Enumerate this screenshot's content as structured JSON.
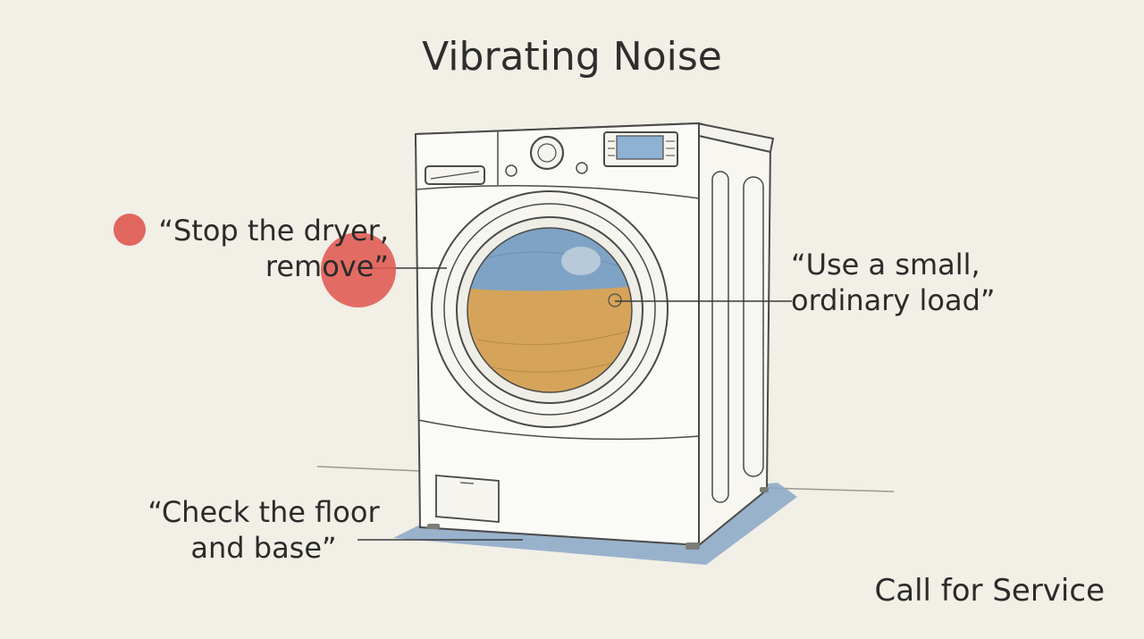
{
  "title": "Vibrating Noise",
  "callouts": {
    "stop_dryer": [
      "“Stop the dryer,",
      "remove”"
    ],
    "small_load": [
      "“Use a small,",
      "ordinary load”"
    ],
    "floor_base": [
      "“Check the floor",
      "and base”"
    ]
  },
  "service": "Call for Service",
  "colors": {
    "background": "#f1efe6",
    "outline": "#4a4a4a",
    "drum_top": "#7fa3c4",
    "drum_bottom": "#d5a45a",
    "floor_shadow": "#8aa7c7",
    "marker_red": "#df5a52"
  }
}
